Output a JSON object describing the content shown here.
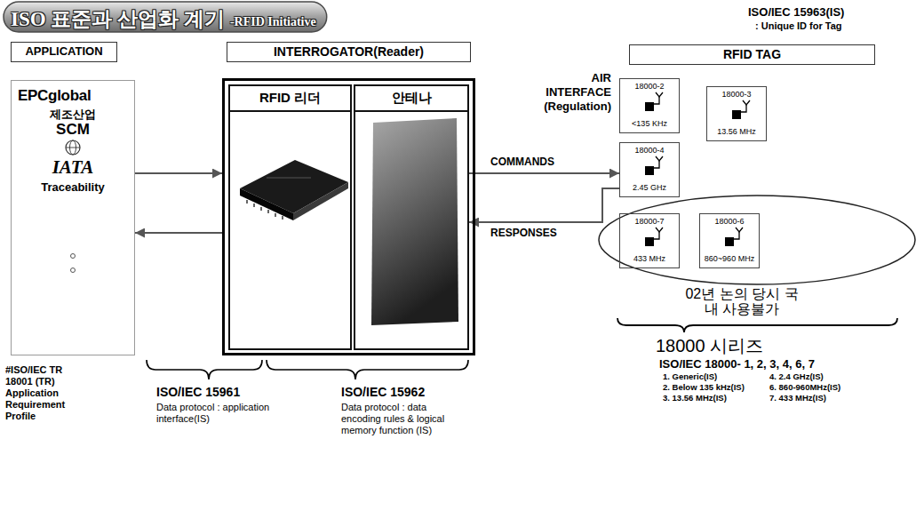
{
  "diagram": {
    "title": "ISO 표준과 산업화 계기",
    "nodes": [
      {
        "text": [
          "APPLICATION",
          "EPCglobal",
          "제조산업",
          "SCM",
          "IATA",
          "Traceability"
        ]
      },
      {
        "text": [
          "INTERROGATOR(Reader)"
        ]
      },
      {
        "text": [
          "RFID 리더"
        ],
        "in": 1
      },
      {
        "text": [
          "안테나"
        ],
        "in": 1
      },
      {
        "text": [
          "RFID TAG"
        ]
      },
      {
        "text": [
          "18000-2",
          "<135 KHz"
        ]
      },
      {
        "text": [
          "18000-3",
          "13.56 MHz"
        ]
      },
      {
        "text": [
          "18000-4",
          "2.45 GHz"
        ]
      },
      {
        "text": [
          "18000-7",
          "433 MHz"
        ]
      },
      {
        "text": [
          "18000-6",
          "860~960 MHz"
        ]
      }
    ],
    "edges": [
      {
        "from": 0,
        "to": 1,
        "arrow": "to"
      },
      {
        "from": 1,
        "to": 0,
        "arrow": "to"
      },
      {
        "from": 3,
        "to": 7,
        "arrow": "to",
        "label": "COMMANDS"
      },
      {
        "from": 7,
        "to": 3,
        "arrow": "to",
        "label": "RESPONSES"
      }
    ],
    "labels": [
      "-RFID Initiative",
      "ISO/IEC 15963(IS)",
      ": Unique ID for Tag",
      "AIR INTERFACE (Regulation)",
      "02년 논의 당시 국내 사용불가",
      "#ISO/IEC TR 18001 (TR) Application Requirement Profile",
      "ISO/IEC 15961",
      "Data protocol : application interface(IS)",
      "ISO/IEC 15962",
      "Data protocol : data encoding rules & logical memory function (IS)",
      "18000 시리즈",
      "ISO/IEC 18000- 1, 2, 3, 4, 6, 7",
      "1. Generic(IS)",
      "2. Below 135 kHz(IS)",
      "3. 13.56 MHz(IS)",
      "4. 2.4 GHz(IS)",
      "6. 860-960MHz(IS)",
      "7. 433 MHz(IS)"
    ]
  }
}
